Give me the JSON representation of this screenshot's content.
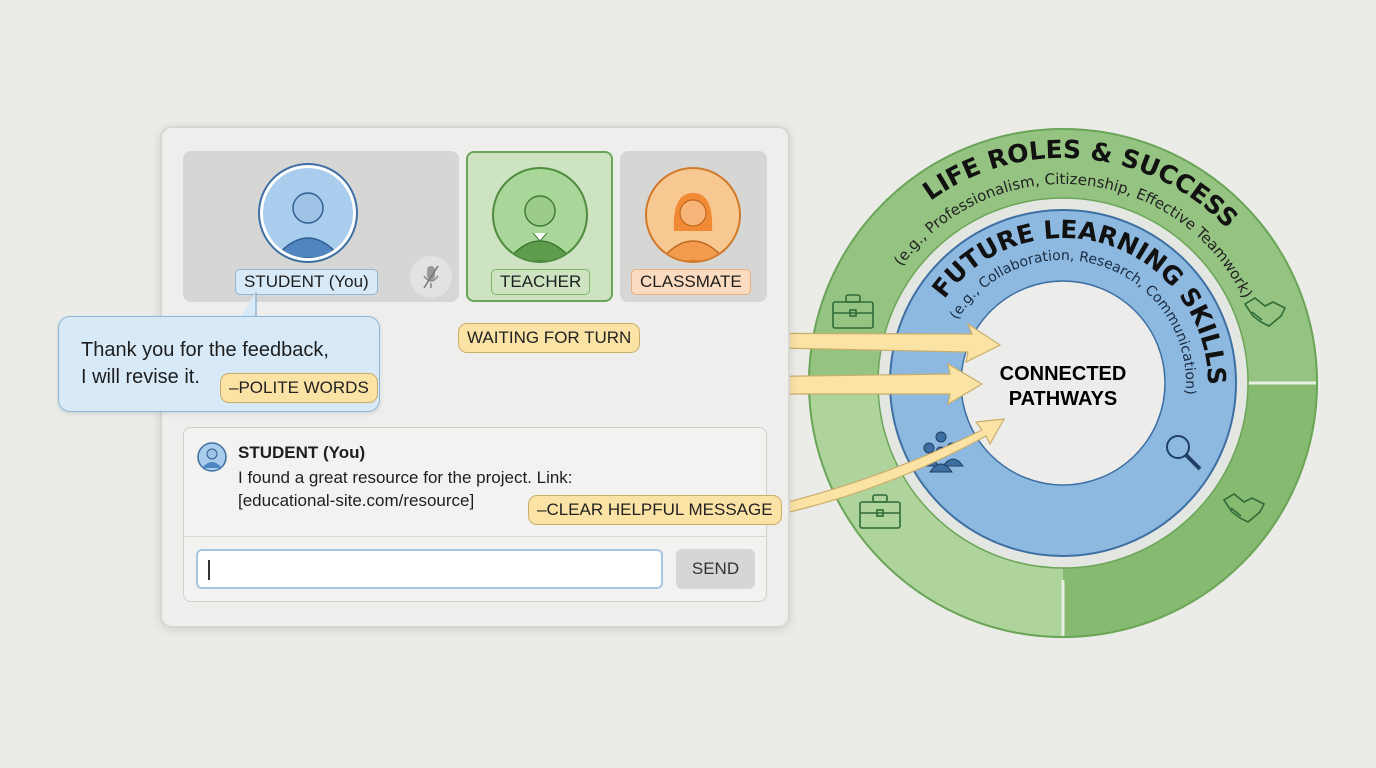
{
  "video_call": {
    "participants": [
      {
        "label": "STUDENT (You)",
        "color": "#6fa8d8"
      },
      {
        "label": "TEACHER",
        "color": "#7cb868"
      },
      {
        "label": "CLASSMATE",
        "color": "#f2a25a"
      }
    ],
    "mic_icon": "microphone-muted-icon"
  },
  "speech_bubble": {
    "line1": "Thank you for the feedback,",
    "line2": "I will revise it."
  },
  "annotations": {
    "waiting": "WAITING FOR TURN",
    "polite": "–POLITE WORDS",
    "clear": "–CLEAR HELPFUL MESSAGE"
  },
  "chat": {
    "sender": "STUDENT (You)",
    "message_line1": "I found a great resource for the project. Link:",
    "message_line2": "[educational-site.com/resource]",
    "input_value": "",
    "send_label": "SEND"
  },
  "diagram": {
    "outer_title": "LIFE ROLES & SUCCESS",
    "outer_sub": "(e.g., Professionalism, Citizenship, Effective Teamwork)",
    "inner_title": "FUTURE LEARNING SKILLS",
    "inner_sub": "(e.g., Collaboration, Research, Communication)",
    "center_line1": "CONNECTED",
    "center_line2": "PATHWAYS",
    "colors": {
      "outer_ring": "#8fc07a",
      "inner_ring": "#8db9e0",
      "arrow": "#fbe3a6"
    }
  }
}
